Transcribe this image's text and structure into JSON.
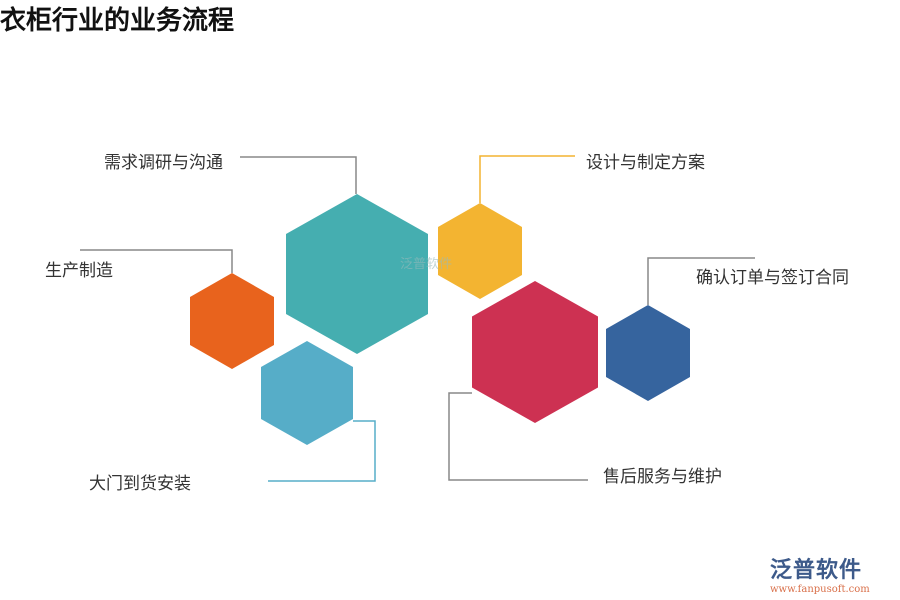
{
  "title": "衣柜行业的业务流程",
  "steps": [
    {
      "label": "需求调研与沟通",
      "color": "#45aeb0"
    },
    {
      "label": "设计与制定方案",
      "color": "#f3b431"
    },
    {
      "label": "生产制造",
      "color": "#e8631d"
    },
    {
      "label": "大门到货安装",
      "color": "#56adc8"
    },
    {
      "label": "售后服务与维护",
      "color": "#cd3152"
    },
    {
      "label": "确认订单与签订合同",
      "color": "#36649e"
    }
  ],
  "watermark": "泛普软件",
  "logo": {
    "name": "泛普软件",
    "url": "www.fanpusoft.com"
  }
}
